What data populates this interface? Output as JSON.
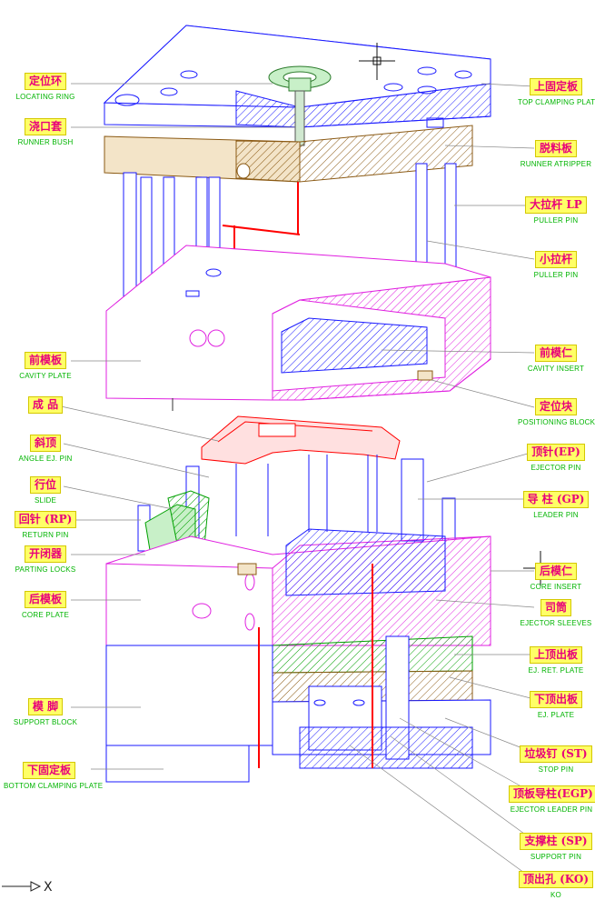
{
  "axis_label": "X",
  "labels_left": [
    {
      "zh": "定位环",
      "en": "LOCATING RING"
    },
    {
      "zh": "浇口套",
      "en": "RUNNER BUSH"
    },
    {
      "zh": "前模板",
      "en": "CAVITY PLATE"
    },
    {
      "zh": "成 品",
      "en": ""
    },
    {
      "zh": "斜顶",
      "en": "ANGLE EJ. PIN"
    },
    {
      "zh": "行位",
      "en": "SLIDE"
    },
    {
      "zh": "回针 (RP)",
      "en": "RETURN PIN"
    },
    {
      "zh": "开闭器",
      "en": "PARTING LOCKS"
    },
    {
      "zh": "后模板",
      "en": "CORE PLATE"
    },
    {
      "zh": "模 脚",
      "en": "SUPPORT BLOCK"
    },
    {
      "zh": "下固定板",
      "en": "BOTTOM CLAMPING PLATE"
    }
  ],
  "labels_right": [
    {
      "zh": "上固定板",
      "en": "TOP CLAMPING PLATE"
    },
    {
      "zh": "脱料板",
      "en": "RUNNER ATRIPPER"
    },
    {
      "zh": "大拉杆 LP",
      "en": "PULLER PIN"
    },
    {
      "zh": "小拉杆",
      "en": "PULLER PIN"
    },
    {
      "zh": "前模仁",
      "en": "CAVITY INSERT"
    },
    {
      "zh": "定位块",
      "en": "POSITIONING BLOCK"
    },
    {
      "zh": "顶针(EP)",
      "en": "EJECTOR PIN"
    },
    {
      "zh": "导 柱 (GP)",
      "en": "LEADER PIN"
    },
    {
      "zh": "后模仁",
      "en": "CORE INSERT"
    },
    {
      "zh": "司筒",
      "en": "EJECTOR SLEEVES"
    },
    {
      "zh": "上顶出板",
      "en": "EJ. RET. PLATE"
    },
    {
      "zh": "下顶出板",
      "en": "EJ. PLATE"
    },
    {
      "zh": "垃圾钉 (ST)",
      "en": "STOP PIN"
    },
    {
      "zh": "顶板导柱(EGP)",
      "en": "EJECTOR LEADER PIN"
    },
    {
      "zh": "支撑柱 (SP)",
      "en": "SUPPORT PIN"
    },
    {
      "zh": "顶出孔 (KO)",
      "en": "KO"
    }
  ],
  "colors": {
    "top_plate": "#1a1aff",
    "stripper": "#8b5a14",
    "cavity_plate": "#e020e0",
    "part": "#ff0000",
    "slide": "#00a000",
    "support": "#1a1aff",
    "label_fill": "#ffff66",
    "label_text": "#e8007a",
    "caption": "#00b400"
  }
}
